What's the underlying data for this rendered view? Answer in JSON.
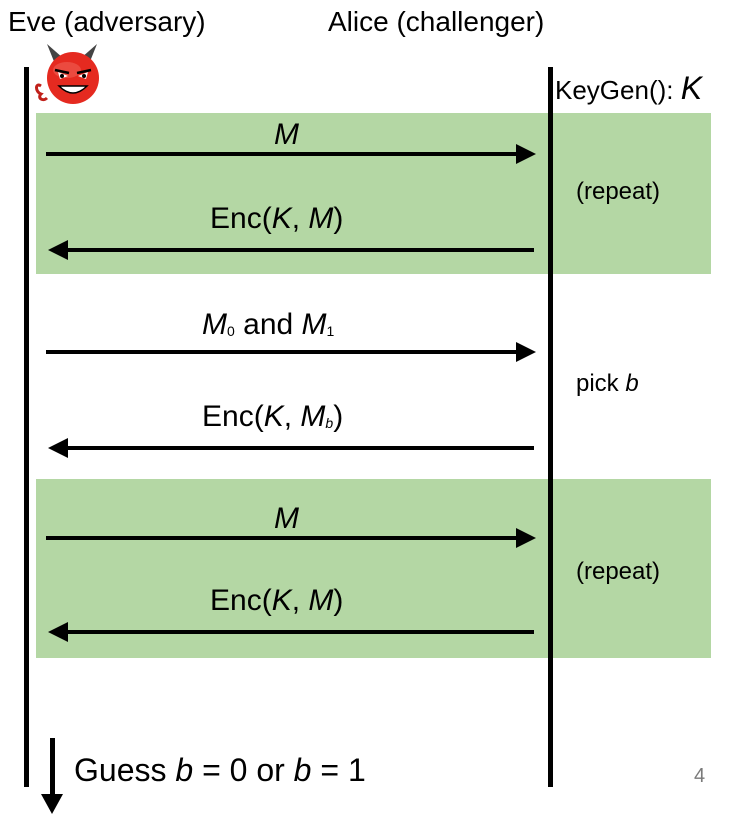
{
  "colors": {
    "band": "#b4d7a4",
    "line": "#000000"
  },
  "parties": {
    "eve": "Eve (adversary)",
    "alice": "Alice (challenger)"
  },
  "eve_icon": "devil-face-icon",
  "keygen": {
    "fn": "KeyGen():",
    "key": "K"
  },
  "phase1": {
    "msg": "M",
    "enc": "Enc",
    "k": "K",
    "sep": ", ",
    "m": "M",
    "note": "(repeat)"
  },
  "challenge": {
    "m0": "M",
    "m0_sub": "0",
    "and": " and ",
    "m1": "M",
    "m1_sub": "1",
    "enc": "Enc",
    "k": "K",
    "sep": ", ",
    "mb": "M",
    "mb_sub": "b",
    "note_pick": "pick",
    "note_b": "b"
  },
  "phase2": {
    "msg": "M",
    "enc": "Enc",
    "k": "K",
    "sep": ", ",
    "m": "M",
    "note": "(repeat)"
  },
  "guess": {
    "prefix": "Guess ",
    "b1": "b",
    "mid": " = 0 or ",
    "b2": "b",
    "suffix": " = 1"
  },
  "page_number": "4"
}
